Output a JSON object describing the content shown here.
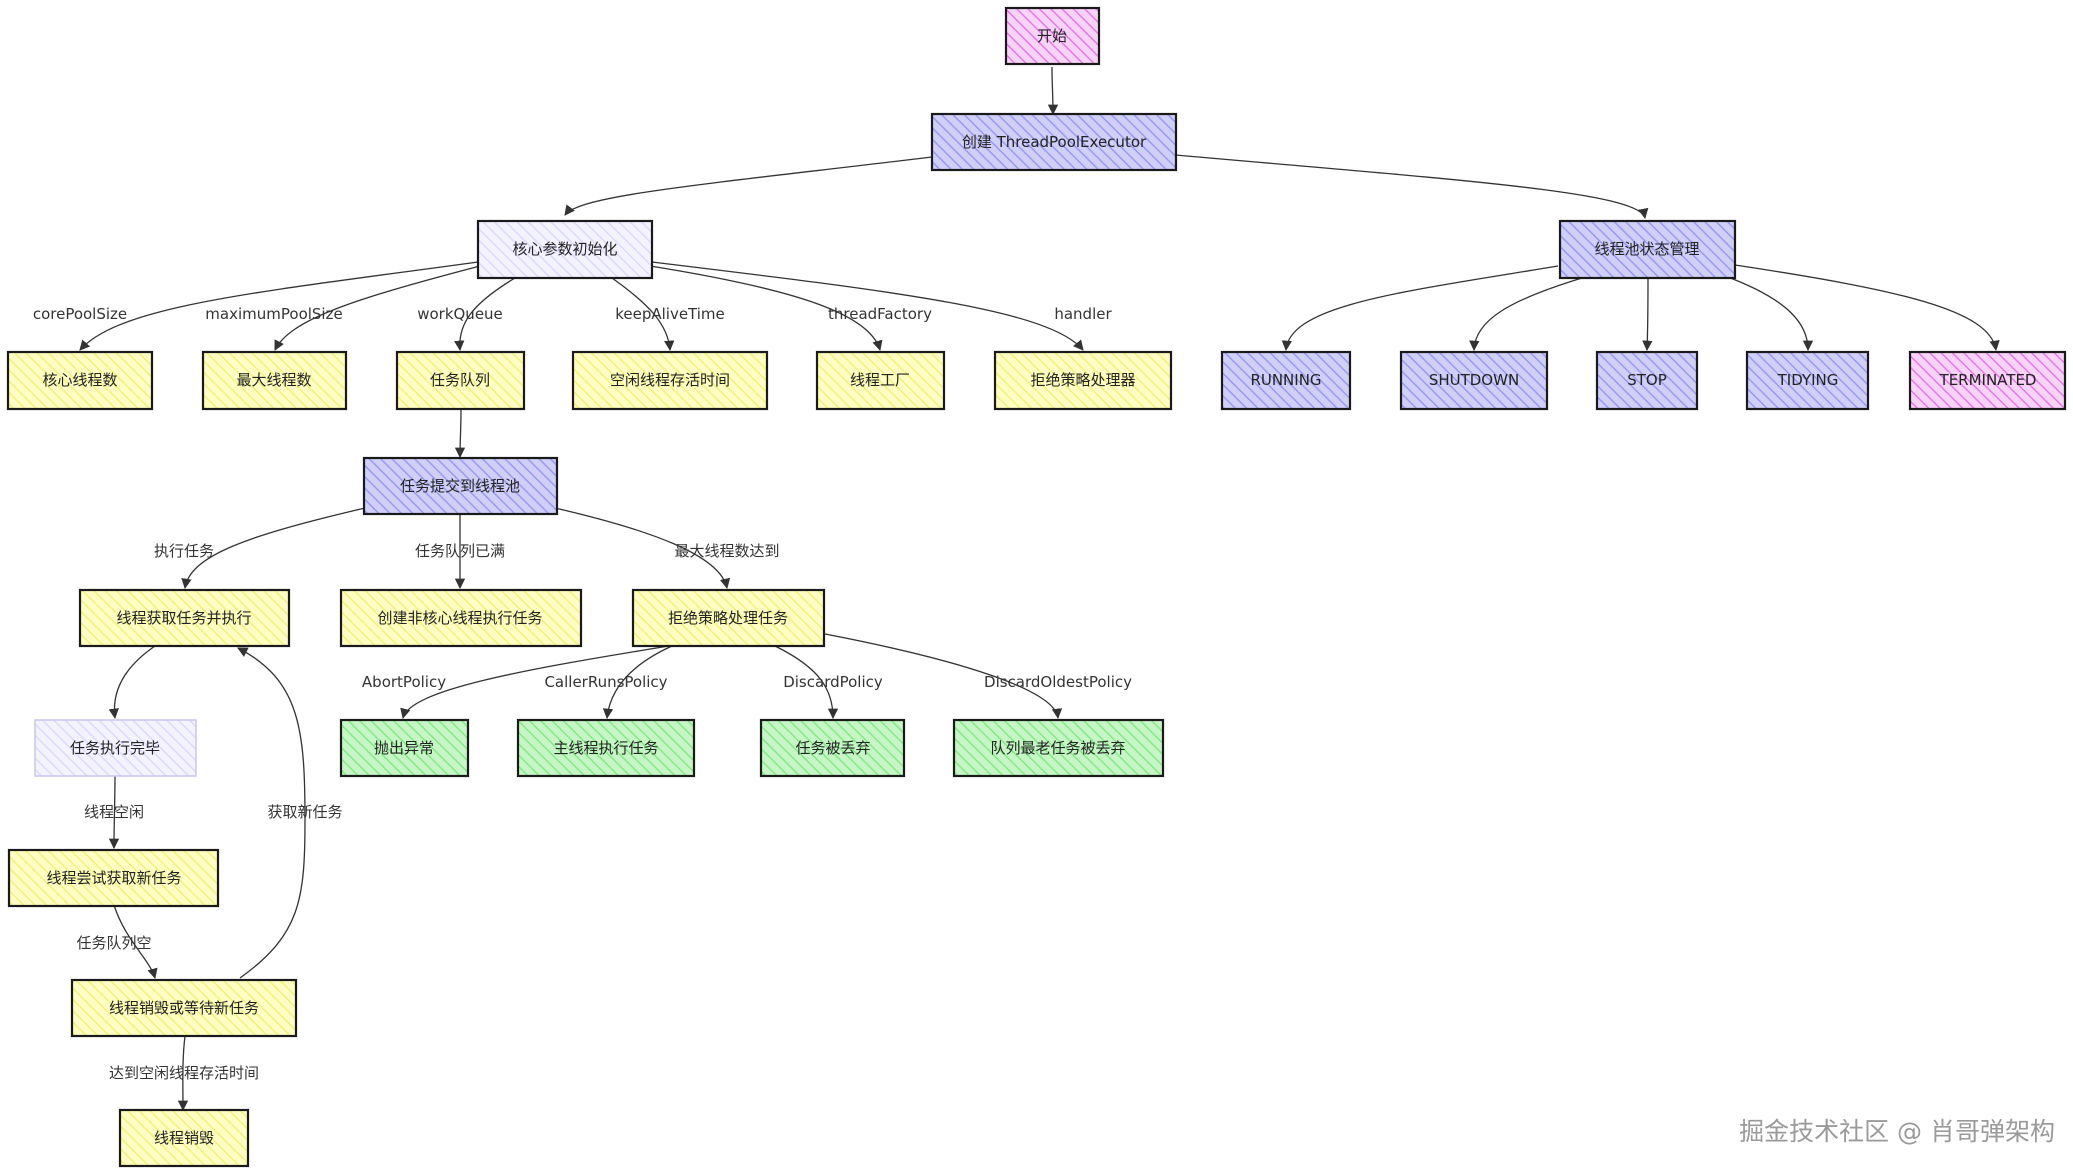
{
  "colors": {
    "pink": "#f0a8f0",
    "purple": "#b0b0f4",
    "lavender": "#ecebfd",
    "yellow": "#fbfb9e",
    "green": "#a6f0a6",
    "stroke": "#1a1a1a",
    "edge": "#333333",
    "watermark": "#9a9a9a"
  },
  "nodes": {
    "start": "开始",
    "create": "创建 ThreadPoolExecutor",
    "core_init": "核心参数初始化",
    "state_mgmt": "线程池状态管理",
    "core_threads": "核心线程数",
    "max_threads": "最大线程数",
    "task_queue": "任务队列",
    "idle_time": "空闲线程存活时间",
    "thread_factory": "线程工厂",
    "reject_handler": "拒绝策略处理器",
    "running": "RUNNING",
    "shutdown": "SHUTDOWN",
    "stop": "STOP",
    "tidying": "TIDYING",
    "terminated": "TERMINATED",
    "submit": "任务提交到线程池",
    "fetch_exec": "线程获取任务并执行",
    "create_noncore": "创建非核心线程执行任务",
    "reject_task": "拒绝策略处理任务",
    "task_done": "任务执行完毕",
    "try_fetch": "线程尝试获取新任务",
    "destroy_or_wait": "线程销毁或等待新任务",
    "destroyed": "线程销毁",
    "throw_exc": "抛出异常",
    "main_exec": "主线程执行任务",
    "discarded": "任务被丢弃",
    "oldest_discarded": "队列最老任务被丢弃"
  },
  "edge_labels": {
    "core_pool_size": "corePoolSize",
    "max_pool_size": "maximumPoolSize",
    "work_queue": "workQueue",
    "keep_alive": "keepAliveTime",
    "thread_factory": "threadFactory",
    "handler": "handler",
    "exec_task": "执行任务",
    "queue_full": "任务队列已满",
    "max_reached": "最大线程数达到",
    "abort": "AbortPolicy",
    "caller_runs": "CallerRunsPolicy",
    "discard": "DiscardPolicy",
    "discard_oldest": "DiscardOldestPolicy",
    "thread_idle": "线程空闲",
    "get_new_task": "获取新任务",
    "queue_empty": "任务队列空",
    "keep_alive_reached": "达到空闲线程存活时间"
  },
  "watermark": "掘金技术社区 @ 肖哥弹架构"
}
